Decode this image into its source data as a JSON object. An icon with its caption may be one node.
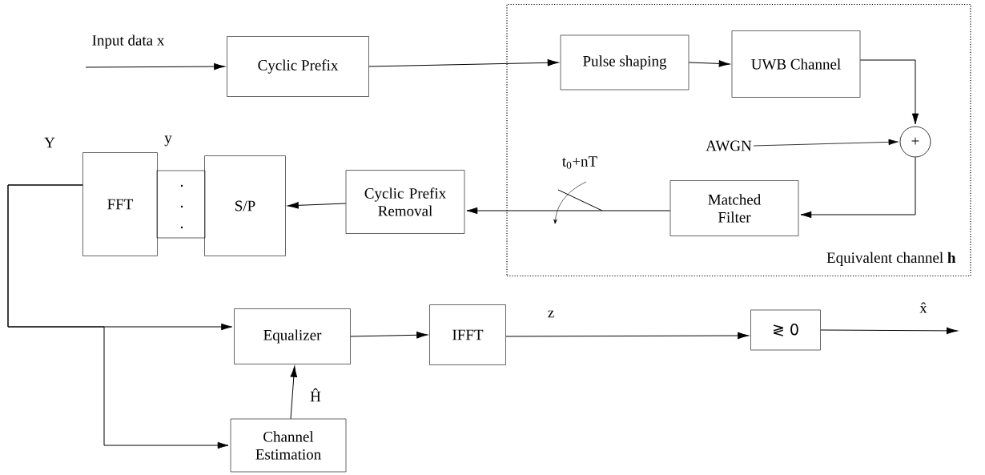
{
  "diagram": {
    "nodes": [
      {
        "text": [
          "Equivalent channel **h**"
        ]
      },
      {
        "text": [
          "Cyclic Prefix"
        ]
      },
      {
        "text": [
          "Pulse shaping"
        ],
        "in": 0
      },
      {
        "text": [
          "UWB Channel"
        ],
        "in": 0
      },
      {
        "text": [
          "+"
        ],
        "in": 0
      },
      {
        "text": [
          "Matched Filter"
        ],
        "in": 0
      },
      {
        "text": [
          "Cyclic Prefix Removal"
        ]
      },
      {
        "text": [
          "S/P"
        ]
      },
      {
        "text": [
          "FFT"
        ]
      },
      {
        "text": [
          "Equalizer"
        ]
      },
      {
        "text": [
          "Channel Estimation"
        ]
      },
      {
        "text": [
          "IFFT"
        ]
      },
      {
        "text": [
          "≷ 0"
        ]
      },
      {
        "text": [
          "AWGN"
        ],
        "in": 0
      }
    ],
    "edges": [
      {
        "from": null,
        "to": 1,
        "arrow": "to",
        "label": "Input data x"
      },
      {
        "from": 1,
        "to": 2,
        "arrow": "to"
      },
      {
        "from": 2,
        "to": 3,
        "arrow": "to"
      },
      {
        "from": 3,
        "to": 4,
        "arrow": "to"
      },
      {
        "from": 13,
        "to": 4,
        "arrow": "to"
      },
      {
        "from": 4,
        "to": 5,
        "arrow": "to"
      },
      {
        "from": 5,
        "to": 6,
        "arrow": "to",
        "label": "t$_{0}$+nT"
      },
      {
        "from": 6,
        "to": 7,
        "arrow": "to"
      },
      {
        "from": 8,
        "to": 9,
        "arrow": "to",
        "label": "Y"
      },
      {
        "from": 8,
        "to": 10,
        "arrow": "to"
      },
      {
        "from": 10,
        "to": 9,
        "arrow": "to",
        "label": "Ĥ"
      },
      {
        "from": 9,
        "to": 11,
        "arrow": "to"
      },
      {
        "from": 11,
        "to": 12,
        "arrow": "to",
        "label": "z"
      },
      {
        "from": 12,
        "to": null,
        "arrow": "to",
        "label": "x̂"
      }
    ],
    "labels": [
      "y"
    ]
  }
}
